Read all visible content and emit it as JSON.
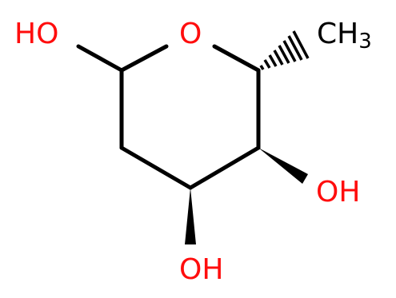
{
  "molecule": {
    "labels": {
      "ho_anomeric": "HO",
      "ring_oxygen": "O",
      "methyl_main": "CH",
      "methyl_sub": "3",
      "oh_c4": "OH",
      "oh_c3": "OH"
    },
    "colors": {
      "bond": "#000000",
      "oxygen": "#ff0d0d",
      "carbon_label": "#000000"
    }
  }
}
